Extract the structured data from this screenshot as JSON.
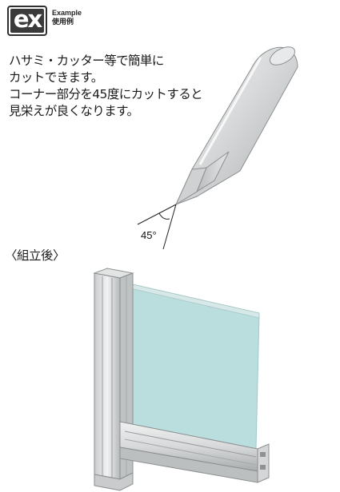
{
  "badge": {
    "logo_text": "ex",
    "title": "Example",
    "subtitle": "使用例"
  },
  "description": {
    "lines": [
      "ハサミ・カッター等で簡単に",
      "カットできます。",
      "コーナー部分を45度にカットすると",
      "見栄えが良くなります。"
    ]
  },
  "cut_figure": {
    "angle_label": "45°"
  },
  "assembled": {
    "label": "〈組立後〉"
  },
  "colors": {
    "glass": "#aed8d8",
    "aluminum": "#d9dcdd",
    "trim": "#c9cbcc"
  }
}
